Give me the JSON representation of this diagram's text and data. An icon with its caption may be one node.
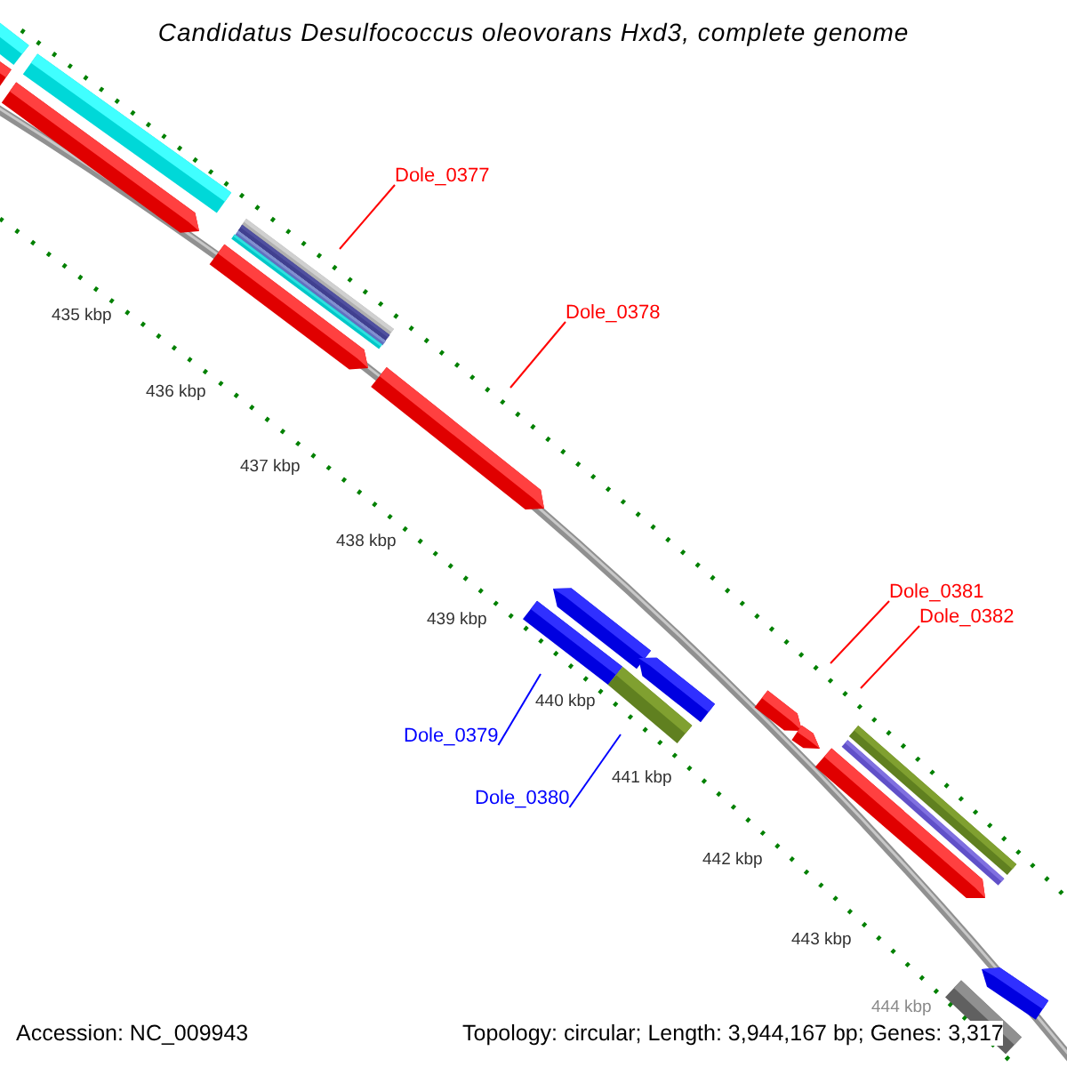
{
  "diagram": {
    "title": "Candidatus Desulfococcus oleovorans Hxd3, complete genome",
    "nodes": [
      {
        "text": [
          "Dole_0377"
        ]
      },
      {
        "text": [
          "Dole_0378"
        ]
      },
      {
        "text": [
          "Dole_0381"
        ]
      },
      {
        "text": [
          "Dole_0382"
        ]
      },
      {
        "text": [
          "Dole_0379"
        ]
      },
      {
        "text": [
          "Dole_0380"
        ]
      }
    ],
    "edges": [
      {
        "from": 0,
        "to": null,
        "arrow": "none"
      },
      {
        "from": 1,
        "to": null,
        "arrow": "none"
      },
      {
        "from": 2,
        "to": null,
        "arrow": "none"
      },
      {
        "from": 3,
        "to": null,
        "arrow": "none"
      },
      {
        "from": 4,
        "to": null,
        "arrow": "none",
        "color": "#0000ff"
      },
      {
        "from": 5,
        "to": null,
        "arrow": "none",
        "color": "#0000ff"
      }
    ],
    "labels": [
      "435 kbp",
      "436 kbp",
      "437 kbp",
      "438 kbp",
      "439 kbp",
      "440 kbp",
      "441 kbp",
      "442 kbp",
      "443 kbp",
      "444 kbp",
      "Accession: NC_009943",
      "Topology: circular; Length: 3,944,167 bp; Genes: 3,317"
    ]
  }
}
